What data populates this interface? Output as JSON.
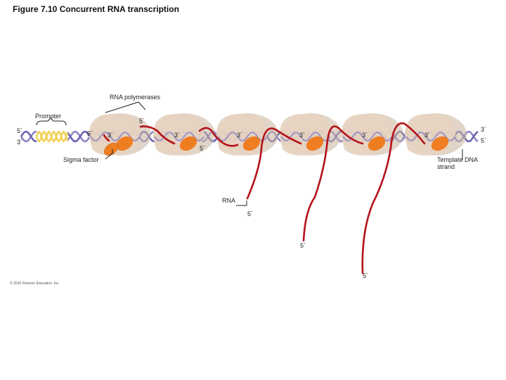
{
  "figure": {
    "title": "Figure 7.10  Concurrent RNA transcription",
    "copyright": "© 2016 Pearson Education, Inc."
  },
  "labels": {
    "rna_polymerases": "RNA polymerases",
    "promoter": "Promoter",
    "sigma_factor": "Sigma factor",
    "template_dna_strand_1": "Template DNA",
    "template_dna_strand_2": "strand",
    "rna": "RNA",
    "five_prime": "5´",
    "three_prime": "3´"
  },
  "colors": {
    "dna_purple": "#8e85c6",
    "dna_template": "#6d63b3",
    "promoter_yellow": "#f2d35a",
    "rna_red": "#b5121b",
    "polymerase_body": "#e6d2c0",
    "polymerase_shadow": "#c9b29d",
    "sigma_orange": "#ef7d22"
  },
  "polymerase_count": 6
}
